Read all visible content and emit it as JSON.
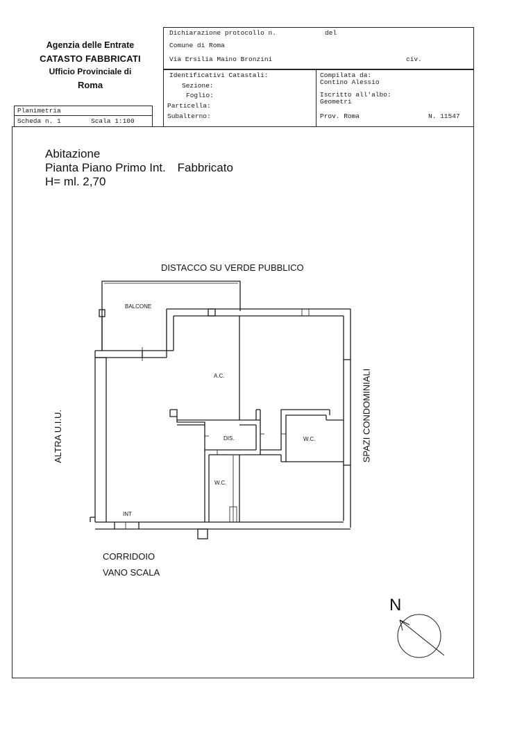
{
  "header": {
    "agency": {
      "line1": "Agenzia delle Entrate",
      "line2": "CATASTO FABBRICATI",
      "line3": "Ufficio Provinciale di",
      "line4": "Roma"
    },
    "declaration": {
      "protocol_label": "Dichiarazione protocollo n.",
      "del_label": "del",
      "comune": "Comune di Roma",
      "address": "Via Ersilia Maino Bronzini",
      "civ_label": "civ."
    },
    "identifiers": {
      "title": "Identificativi Catastali:",
      "sezione_label": "Sezione:",
      "foglio_label": "Foglio:",
      "particella_label": "Particella:",
      "subalterno_label": "Subalterno:"
    },
    "compiler": {
      "compiled_label": "Compilata da:",
      "compiled_name": "Contino Alessio",
      "registered_label": "Iscritto all'albo:",
      "registered_value": "Geometri",
      "province": "Prov. Roma",
      "number": "N. 11547"
    },
    "sheet": {
      "type": "Planimetria",
      "scheda": "Scheda n. 1",
      "scale": "Scala 1:100"
    }
  },
  "title_block": {
    "line1": "Abitazione",
    "line2": "Pianta Piano Primo Int.",
    "line2_tail": "Fabbricato",
    "line3": "H= ml. 2,70"
  },
  "plan": {
    "top_label": "DISTACCO SU VERDE PUBBLICO",
    "left_label": "ALTRA U.I.U.",
    "right_label": "SPAZI CONDOMINIALI",
    "bottom_label1": "CORRIDOIO",
    "bottom_label2": "VANO SCALA",
    "rooms": {
      "balcone": "BALCONE",
      "ac": "A.C.",
      "dis": "DIS.",
      "wc1": "W.C.",
      "wc2": "W.C.",
      "ingresso": "INT"
    }
  },
  "north": {
    "label": "N"
  }
}
